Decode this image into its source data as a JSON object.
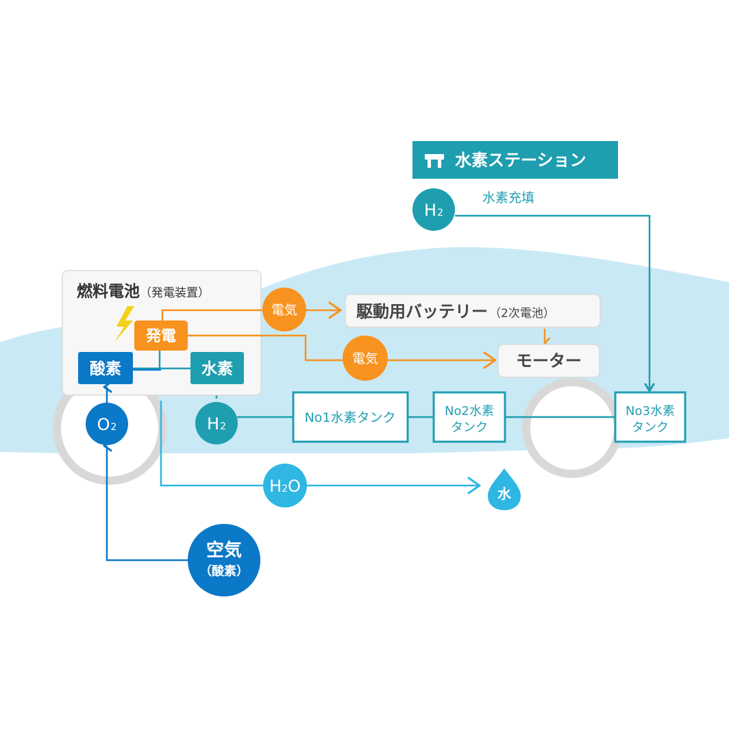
{
  "station": {
    "label": "水素ステーション",
    "fill_label": "水素充填",
    "h2": "H",
    "h2_sub": "2"
  },
  "fuel_cell": {
    "title": "燃料電池",
    "subtitle": "（発電装置）",
    "generation": "発電",
    "oxygen": "酸素",
    "hydrogen": "水素"
  },
  "electricity_1": "電気",
  "electricity_2": "電気",
  "battery": "駆動用バッテリー",
  "battery_sub": "（2次電池）",
  "motor": "モーター",
  "tanks": {
    "no1": "No1水素タンク",
    "no2_line1": "No2水素",
    "no2_line2": "タンク",
    "no3_line1": "No3水素",
    "no3_line2": "タンク"
  },
  "o2": {
    "base": "O",
    "sub": "2"
  },
  "h2_tank": {
    "base": "H",
    "sub": "2"
  },
  "h2o": {
    "pre": "H",
    "sub": "2",
    "post": "O"
  },
  "water": "水",
  "air": {
    "line1": "空気",
    "line2": "（酸素）"
  },
  "colors": {
    "teal": "#1f9eb0",
    "orange": "#f7931e",
    "blue": "#0b78c8",
    "cyan": "#2fb6e3",
    "car_body": "#c9e9f5",
    "wheel": "#d8d8d8",
    "yellow": "#f2d21a"
  }
}
